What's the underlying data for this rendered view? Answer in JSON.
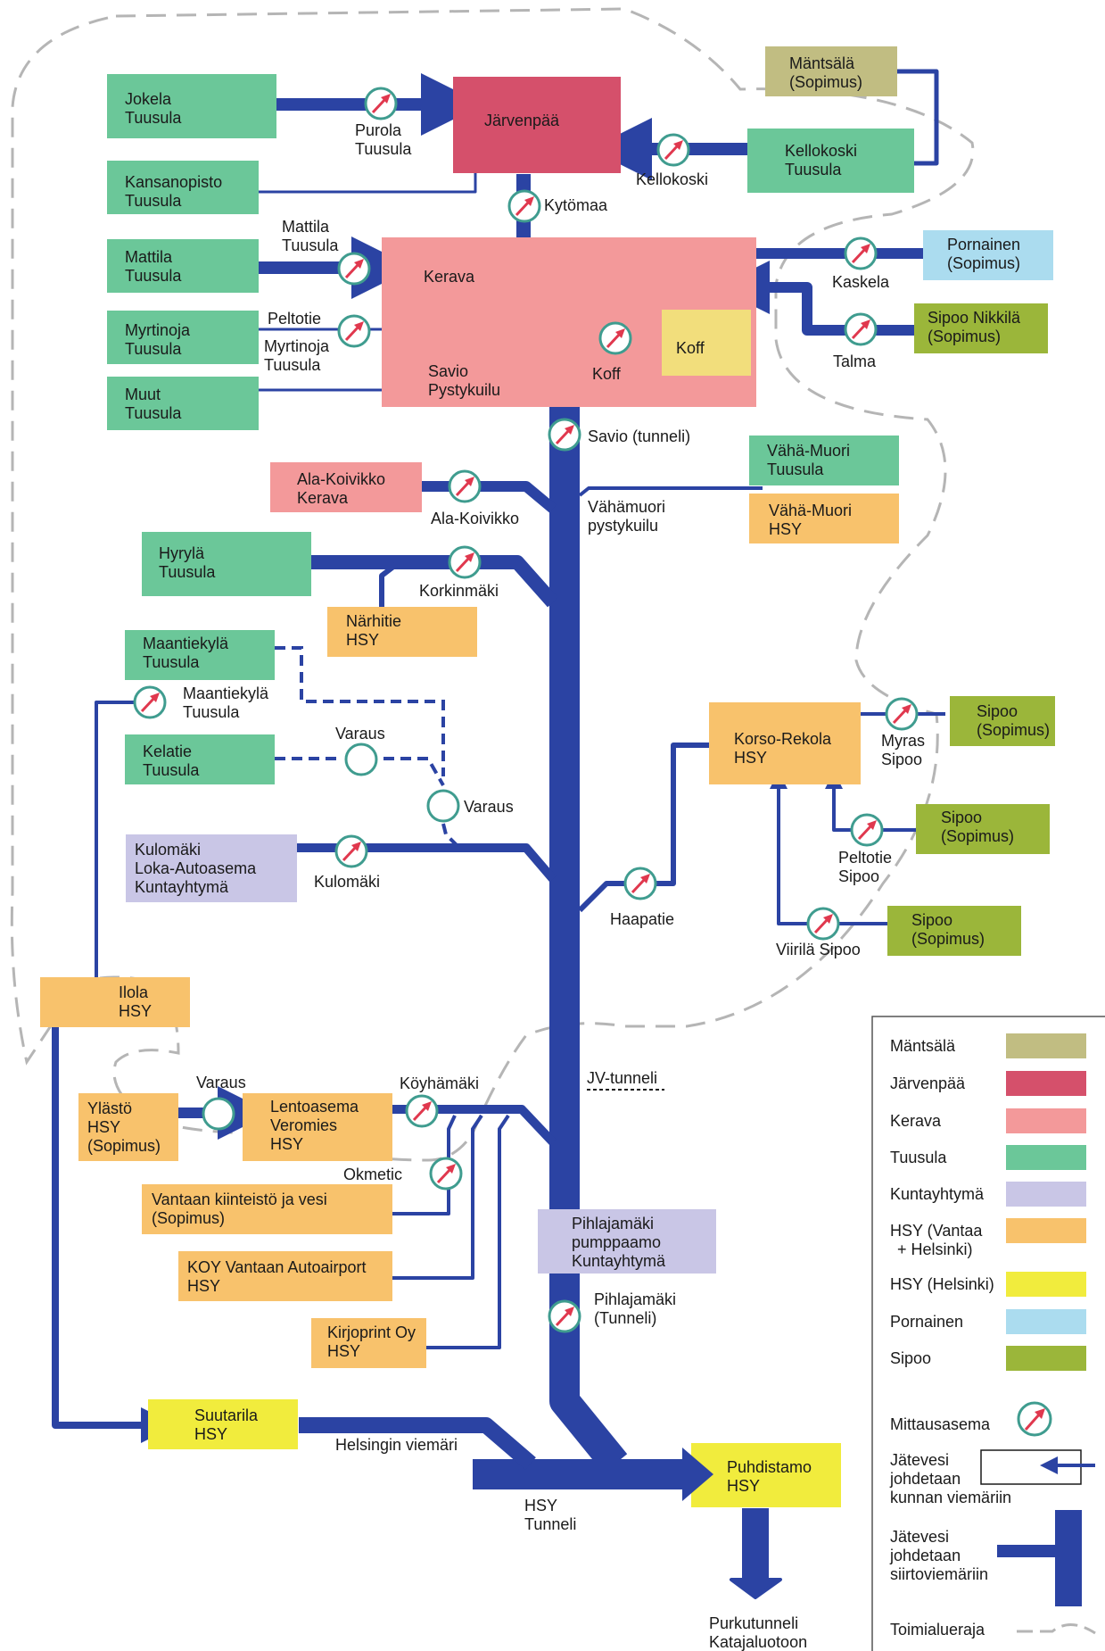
{
  "colors": {
    "main_pipe": "#2b43a3",
    "boundary": "#b5b5b5",
    "mantsala": "#c1bd82",
    "jarvenpaa": "#d5506b",
    "kerava": "#f3999a",
    "tuusula": "#6bc799",
    "kuntayhtyma": "#c9c6e6",
    "hsy_vantaa_helsinki": "#f8c26c",
    "hsy_helsinki": "#f1ec3d",
    "pornainen": "#abdcef",
    "sipoo": "#9bb63a",
    "koff": "#f2de7c",
    "meter_ring": "#3f9c8f",
    "meter_needle": "#e0384e"
  },
  "nodes": {
    "jokela": {
      "line1": "Jokela",
      "line2": "Tuusula"
    },
    "kansanopisto": {
      "line1": "Kansanopisto",
      "line2": "Tuusula"
    },
    "mattila": {
      "line1": "Mattila",
      "line2": "Tuusula"
    },
    "myrtinoja": {
      "line1": "Myrtinoja",
      "line2": "Tuusula"
    },
    "muut": {
      "line1": "Muut",
      "line2": "Tuusula"
    },
    "jarvenpaa": {
      "line1": "Järvenpää"
    },
    "mantsala": {
      "line1": "Mäntsälä",
      "line2": "(Sopimus)"
    },
    "kellokoski": {
      "line1": "Kellokoski",
      "line2": "Tuusula"
    },
    "pornainen": {
      "line1": "Pornainen",
      "line2": "(Sopimus)"
    },
    "sipoo_nikkila": {
      "line1": "Sipoo Nikkilä",
      "line2": "(Sopimus)"
    },
    "kerava": {
      "line1": "Kerava"
    },
    "koff_box": {
      "line1": "Koff"
    },
    "ala_koivikko": {
      "line1": "Ala-Koivikko",
      "line2": "Kerava"
    },
    "vaha_muori_tuusula": {
      "line1": "Vähä-Muori",
      "line2": "Tuusula"
    },
    "vaha_muori_hsy": {
      "line1": "Vähä-Muori",
      "line2": "HSY"
    },
    "hyryla": {
      "line1": "Hyrylä",
      "line2": "Tuusula"
    },
    "narhitie": {
      "line1": "Närhitie",
      "line2": "HSY"
    },
    "maantiekyla": {
      "line1": "Maantiekylä",
      "line2": "Tuusula"
    },
    "kelatie": {
      "line1": "Kelatie",
      "line2": "Tuusula"
    },
    "kulomaki": {
      "line1": "Kulomäki",
      "line2": "Loka-Autoasema",
      "line3": "Kuntayhtymä"
    },
    "korso": {
      "line1": "Korso-Rekola",
      "line2": "HSY"
    },
    "sipoo_myras": {
      "line1": "Sipoo",
      "line2": "(Sopimus)"
    },
    "sipoo_peltotie": {
      "line1": "Sipoo",
      "line2": "(Sopimus)"
    },
    "sipoo_viirila": {
      "line1": "Sipoo",
      "line2": "(Sopimus)"
    },
    "ilola": {
      "line1": "Ilola",
      "line2": "HSY"
    },
    "ylasto": {
      "line1": "Ylästö",
      "line2": "HSY",
      "line3": "(Sopimus)"
    },
    "lentoasema": {
      "line1": "Lentoasema",
      "line2": "Veromies",
      "line3": "HSY"
    },
    "vantaan_kiinteisto": {
      "line1": "Vantaan kiinteistö ja vesi",
      "line2": "(Sopimus)"
    },
    "koy_vantaan": {
      "line1": "KOY Vantaan Autoairport",
      "line2": "HSY"
    },
    "kirjoprint": {
      "line1": "Kirjoprint Oy",
      "line2": "HSY"
    },
    "pihlajamaki_pump": {
      "line1": "Pihlajamäki",
      "line2": "pumppaamo",
      "line3": "Kuntayhtymä"
    },
    "suutarila": {
      "line1": "Suutarila",
      "line2": "HSY"
    },
    "puhdistamo": {
      "line1": "Puhdistamo",
      "line2": "HSY"
    }
  },
  "labels": {
    "purola": [
      "Purola",
      "Tuusula"
    ],
    "kellokoski_meter": [
      "Kellokoski"
    ],
    "kytomaa": [
      "Kytömaa"
    ],
    "mattila_meter": [
      "Mattila",
      "Tuusula"
    ],
    "kaskela": [
      "Kaskela"
    ],
    "talma": [
      "Talma"
    ],
    "peltotie_meter": [
      "Peltotie"
    ],
    "myrtinoja_meter": [
      "Myrtinoja",
      "Tuusula"
    ],
    "savio_pystykuilu": [
      "Savio",
      "Pystykuilu"
    ],
    "koff_meter": [
      "Koff"
    ],
    "savio_tunneli": [
      "Savio (tunneli)"
    ],
    "ala_koivikko_meter": [
      "Ala-Koivikko"
    ],
    "vahamuori_pystykuilu": [
      "Vähämuori",
      "pystykuilu"
    ],
    "korkinmaki": [
      "Korkinmäki"
    ],
    "maantiekyla_meter": [
      "Maantiekylä",
      "Tuusula"
    ],
    "varaus_1": [
      "Varaus"
    ],
    "varaus_2": [
      "Varaus"
    ],
    "kulomaki_meter": [
      "Kulomäki"
    ],
    "myras": [
      "Myras",
      "Sipoo"
    ],
    "peltotie_sipoo": [
      "Peltotie",
      "Sipoo"
    ],
    "haapatie": [
      "Haapatie"
    ],
    "viirila": [
      "Viirilä Sipoo"
    ],
    "jv_tunneli": [
      "JV-tunneli"
    ],
    "varaus_3": [
      "Varaus"
    ],
    "koyhamaki": [
      "Köyhämäki"
    ],
    "okmetic": [
      "Okmetic"
    ],
    "pihlajamaki_tunneli": [
      "Pihlajamäki",
      "(Tunneli)"
    ],
    "helsingin_viemari": [
      "Helsingin viemäri"
    ],
    "hsy_tunneli": [
      "HSY",
      "Tunneli"
    ],
    "purkutunneli": [
      "Purkutunneli",
      "Katajaluotoon"
    ]
  },
  "legend": {
    "items": [
      {
        "label": "Mäntsälä",
        "color": "#c1bd82"
      },
      {
        "label": "Järvenpää",
        "color": "#d5506b"
      },
      {
        "label": "Kerava",
        "color": "#f3999a"
      },
      {
        "label": "Tuusula",
        "color": "#6bc799"
      },
      {
        "label": "Kuntayhtymä",
        "color": "#c9c6e6"
      },
      {
        "label": "HSY (Vantaa",
        "label2": "+ Helsinki)",
        "color": "#f8c26c"
      },
      {
        "label": "HSY (Helsinki)",
        "color": "#f1ec3d"
      },
      {
        "label": "Pornainen",
        "color": "#abdcef"
      },
      {
        "label": "Sipoo",
        "color": "#9bb63a"
      }
    ],
    "mittausasema": "Mittausasema",
    "kunnan_viemari": [
      "Jätevesi",
      "johdetaan",
      "kunnan viemäriin"
    ],
    "siirtoviemari": [
      "Jätevesi",
      "johdetaan",
      "siirtoviemäriin"
    ],
    "toimialueraja": "Toimialueraja"
  }
}
